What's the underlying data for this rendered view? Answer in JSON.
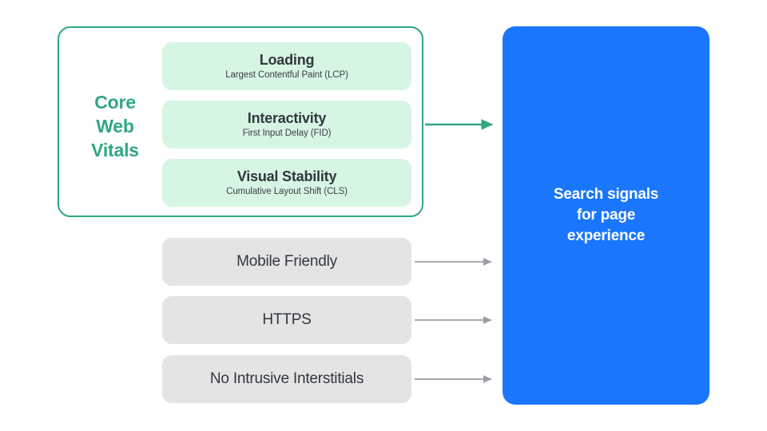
{
  "diagram": {
    "title": "Search signals for page experience",
    "background": "#FFFFFF",
    "colors": {
      "green_accent": "#2FA97C",
      "green_card": "#D7F5E3",
      "gray_card": "#E4E4E5",
      "blue_box": "#1A76FD",
      "text_dark": "#31373D",
      "text_white": "#FFFFFF",
      "gray_arrow": "#9AA0A6"
    }
  },
  "core_web_vitals": {
    "group_label": "Core\nWeb\nVitals",
    "group_label_lines": [
      "Core",
      "Web",
      "Vitals"
    ],
    "metrics": [
      {
        "title": "Loading",
        "subtitle": "Largest Contentful Paint (LCP)",
        "abbr": "LCP"
      },
      {
        "title": "Interactivity",
        "subtitle": "First Input Delay (FID)",
        "abbr": "FID"
      },
      {
        "title": "Visual Stability",
        "subtitle": "Cumulative Layout Shift (CLS)",
        "abbr": "CLS"
      }
    ]
  },
  "other_signals": [
    {
      "label": "Mobile Friendly"
    },
    {
      "label": "HTTPS"
    },
    {
      "label": "No Intrusive Interstitials"
    }
  ],
  "destination": {
    "text": "Search signals\nfor page\nexperience",
    "lines": [
      "Search signals",
      "for page",
      "experience"
    ]
  },
  "arrows": [
    {
      "name": "core-web-vitals-arrow",
      "color": "#2FA97C",
      "from": "core-web-vitals-group",
      "to": "search-signals-box"
    },
    {
      "name": "mobile-friendly-arrow",
      "color": "#9AA0A6",
      "from": "signal-mobile-friendly",
      "to": "search-signals-box"
    },
    {
      "name": "https-arrow",
      "color": "#9AA0A6",
      "from": "signal-https",
      "to": "search-signals-box"
    },
    {
      "name": "no-intrusive-interstitials-arrow",
      "color": "#9AA0A6",
      "from": "signal-no-intrusive-interstitials",
      "to": "search-signals-box"
    }
  ]
}
